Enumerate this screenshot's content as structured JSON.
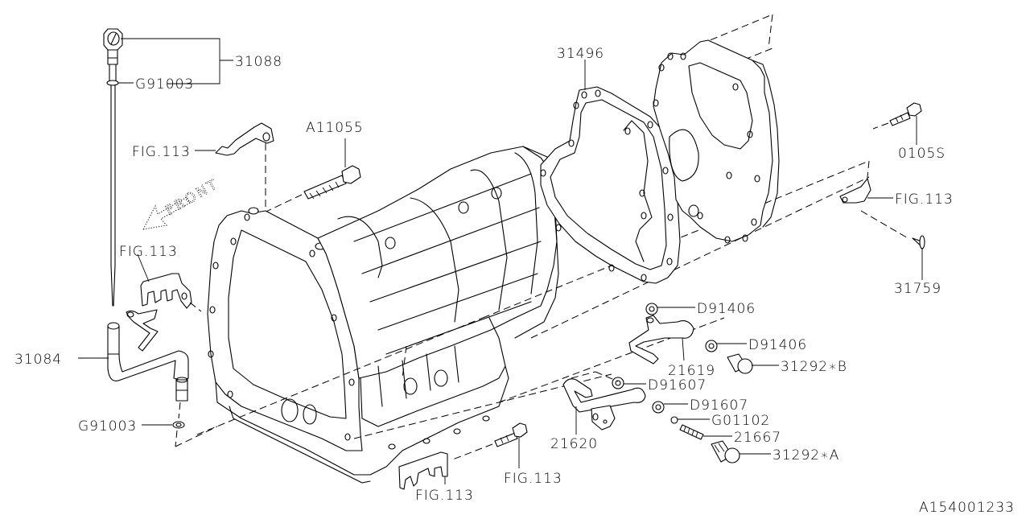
{
  "diagram": {
    "title": "Automatic transmission case exploded parts diagram",
    "figure_id": "A154001233",
    "direction_marker": "FRONT",
    "line_color": "#000000",
    "background": "#ffffff"
  },
  "callouts": {
    "dipstick": "31088",
    "dipstick_gasket_top": "G91003",
    "case_bolt": "A11055",
    "fig_bracket_top": "FIG.113",
    "fig_bracket_left": "FIG.113",
    "gasket": "31496",
    "bolt_right": "0105S",
    "fig_bracket_right": "FIG.113",
    "plug": "31759",
    "oil_pipe": "31084",
    "pipe_gasket_bottom": "G91003",
    "washer_1": "D91406",
    "washer_2": "D91406",
    "pipe_21619": "21619",
    "plug_b": "31292∗B",
    "washer_3": "D91607",
    "washer_4": "D91607",
    "ball": "G01102",
    "pipe_21620": "21620",
    "spring": "21667",
    "plug_a": "31292∗A",
    "fig_bolt_bottom": "FIG.113",
    "fig_bracket_bottom": "FIG.113"
  }
}
